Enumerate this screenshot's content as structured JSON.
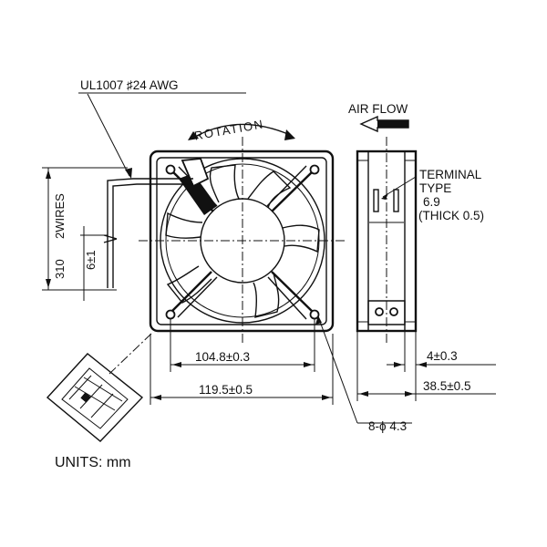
{
  "labels": {
    "wire_spec": "UL1007 ♯24 AWG",
    "rotation": "ROTATION",
    "air_flow": "AIR FLOW",
    "terminal_line1": "TERMINAL",
    "terminal_line2": "TYPE",
    "terminal_line3": "6.9",
    "terminal_line4": "(THICK 0.5)",
    "two_wires": "2WIRES",
    "wire_length": "310",
    "strip_length": "6±1",
    "hole_spacing": "104.8±0.3",
    "frame_width": "119.5±0.5",
    "flange_thickness": "4±0.3",
    "fan_depth": "38.5±0.5",
    "mount_holes": "8-ϕ 4.3",
    "units": "UNITS: mm"
  }
}
